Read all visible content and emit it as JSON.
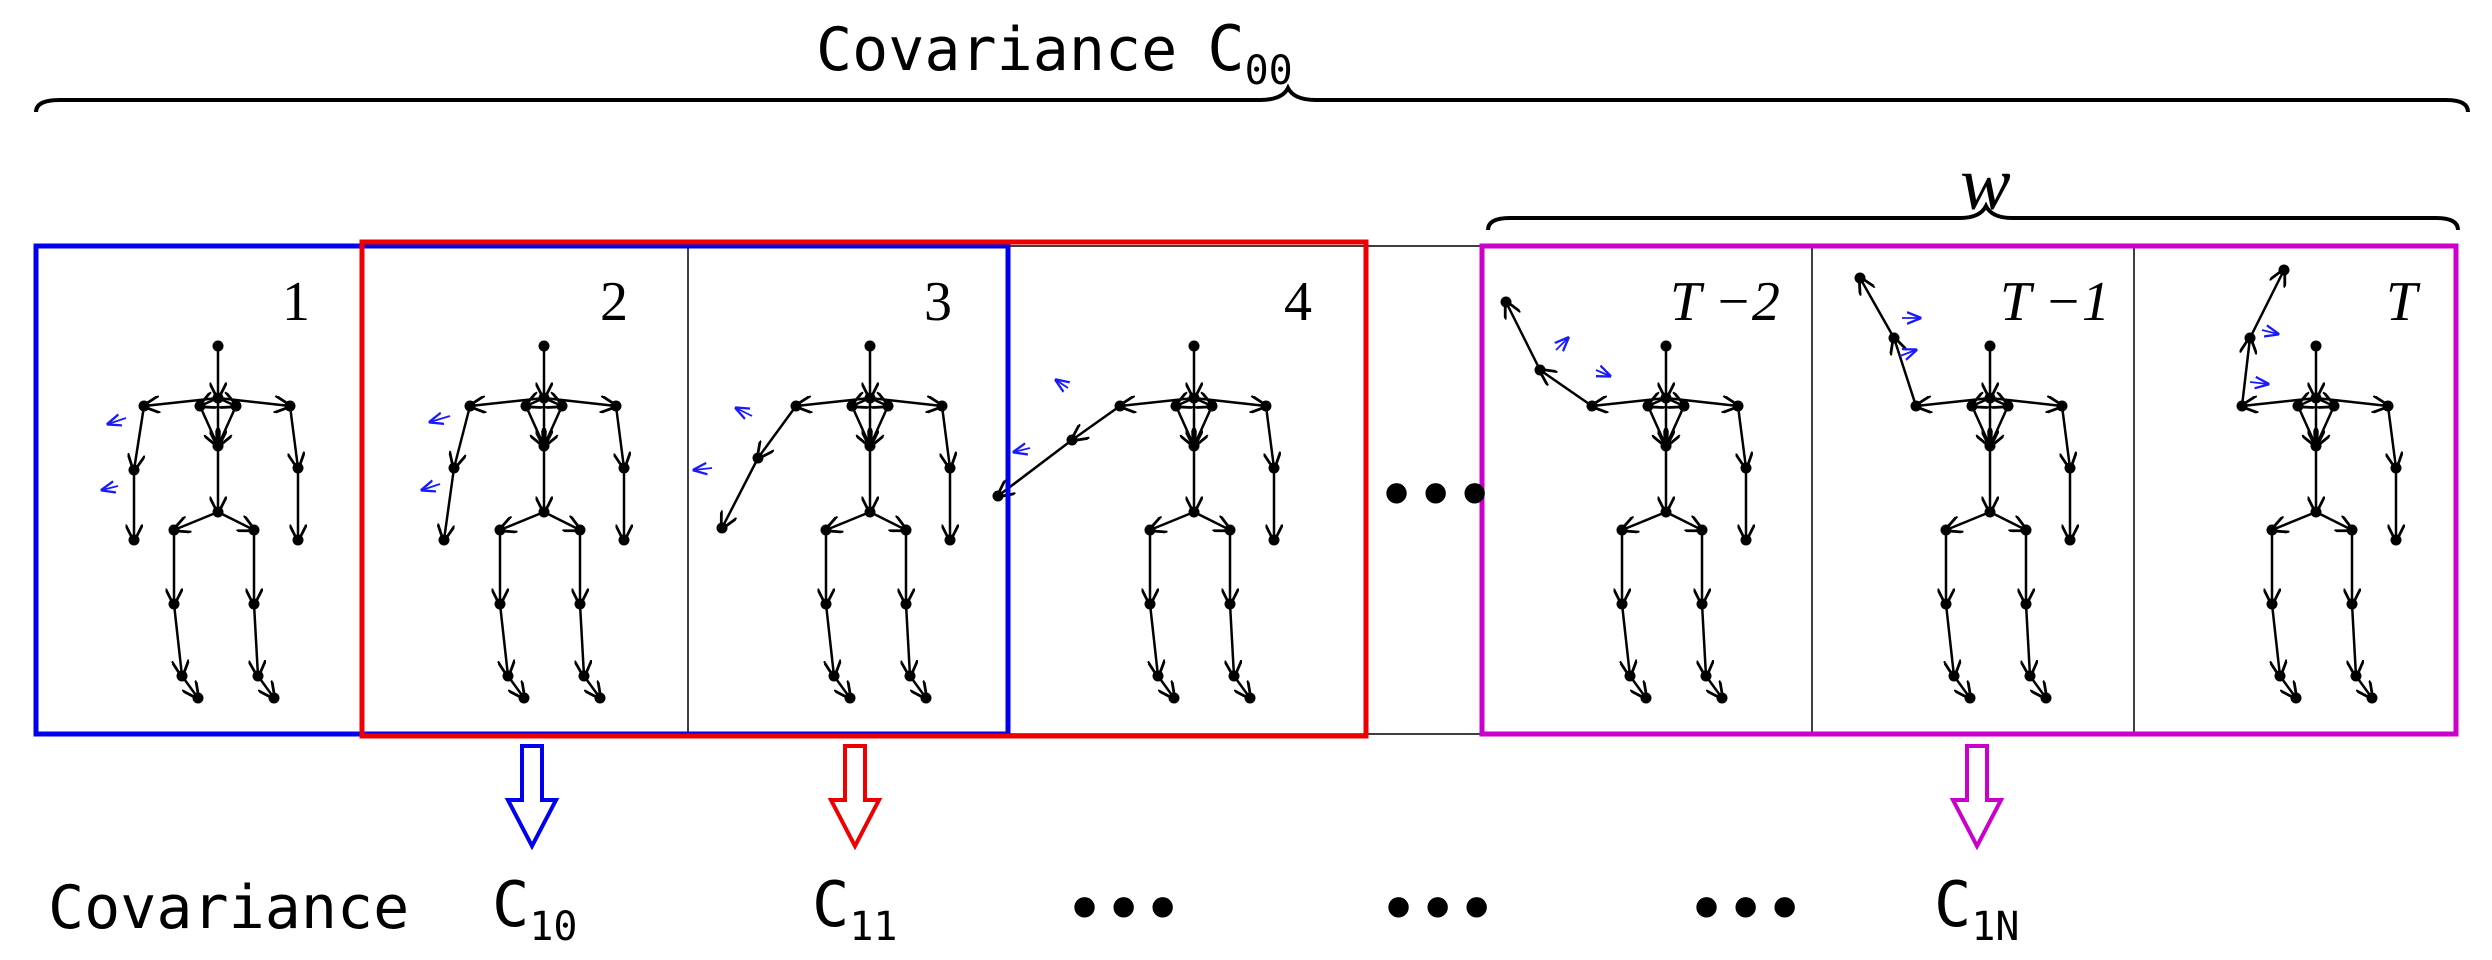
{
  "title": {
    "prefix": "Covariance",
    "symbol": "C",
    "subscript": "00"
  },
  "window_label": "w",
  "frames": [
    {
      "label": "1",
      "italic": false
    },
    {
      "label": "2",
      "italic": false
    },
    {
      "label": "3",
      "italic": false
    },
    {
      "label": "4",
      "italic": false
    },
    {
      "label": "T −2",
      "italic": true
    },
    {
      "label": "T −1",
      "italic": true
    },
    {
      "label": "T",
      "italic": true
    }
  ],
  "middle_ellipsis": "•••",
  "bottom_row": {
    "prefix": "Covariance",
    "items": [
      {
        "symbol": "C",
        "subscript": "10"
      },
      {
        "symbol": "C",
        "subscript": "11"
      },
      {
        "ellipsis": "•••"
      },
      {
        "ellipsis": "•••"
      },
      {
        "ellipsis": "•••"
      },
      {
        "symbol": "C",
        "subscript": "1N"
      }
    ]
  },
  "colors": {
    "window_1": "#0000ee",
    "window_2": "#ee0000",
    "window_N": "#cc00cc",
    "ink": "#000000",
    "motion_arrow": "#1a1aff"
  }
}
